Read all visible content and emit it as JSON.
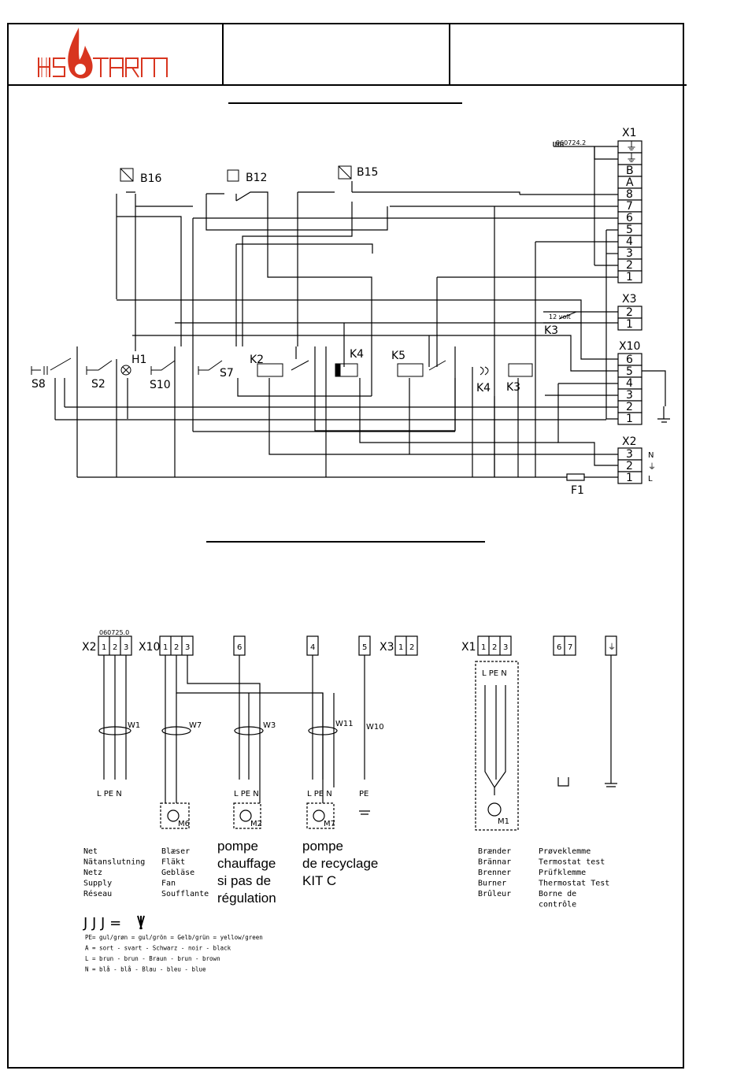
{
  "title_block": {
    "logo_text": "HS TARM",
    "flame_color": "#d8351f",
    "logo_color": "#d8351f"
  },
  "terminals": {
    "x1": {
      "name": "X1",
      "rows": [
        "⏚",
        "⏚",
        "B",
        "A",
        "8",
        "7",
        "6",
        "5",
        "4",
        "3",
        "2",
        "1"
      ]
    },
    "x3": {
      "name": "X3",
      "rows": [
        "2",
        "1"
      ],
      "note": "12 volt"
    },
    "x10": {
      "name": "X10",
      "rows": [
        "6",
        "5",
        "4",
        "3",
        "2",
        "1"
      ]
    },
    "x2": {
      "name": "X2",
      "rows": [
        "3",
        "2",
        "1"
      ],
      "side_labels": [
        "N",
        "⏚",
        "L"
      ]
    }
  },
  "components": {
    "sensors": [
      "B16",
      "B12",
      "B15"
    ],
    "switches": [
      "S8",
      "S2",
      "S10",
      "S7"
    ],
    "lamp": "H1",
    "relays": [
      "K2",
      "K4",
      "K5",
      "K3"
    ],
    "contacts": [
      "K4",
      "K3"
    ],
    "k3_contact": "K3",
    "fuse": "F1",
    "ref_top": "060724.2",
    "ref_bottom": "060725.0"
  },
  "cable_section": {
    "blocks": [
      {
        "name": "X2",
        "pins": [
          "1",
          "2",
          "3"
        ],
        "cable": "W1",
        "ends": "L PE N"
      },
      {
        "name": "X10",
        "pins": [
          "1",
          "2",
          "3"
        ],
        "cable": "W7",
        "motor": "M6"
      },
      {
        "pin": "6",
        "cable": "W3",
        "ends": "L PE N",
        "motor": "M2"
      },
      {
        "pin": "4",
        "cable": "W11",
        "ends": "L PE N",
        "motor": "M7"
      },
      {
        "pin": "5",
        "cable": "W10",
        "ends": "PE"
      },
      {
        "name": "X3",
        "pins": [
          "1",
          "2"
        ]
      },
      {
        "name": "X1",
        "pins": [
          "1",
          "2",
          "3"
        ],
        "inner": "L PE N",
        "motor": "M1"
      },
      {
        "pins": [
          "6",
          "7"
        ]
      },
      {
        "pin": "⏚"
      }
    ]
  },
  "legend": {
    "col1": [
      "Net",
      "Nätanslutning",
      "Netz",
      "Supply",
      "Réseau"
    ],
    "col2": [
      "Blæser",
      "Fläkt",
      "Gebläse",
      "Fan",
      "Soufflante"
    ],
    "col3": [
      "pompe",
      "chauffage",
      "si pas de",
      "régulation"
    ],
    "col4": [
      "pompe",
      "de recyclage",
      "KIT C"
    ],
    "col5": [
      "Brænder",
      "Brännar",
      "Brenner",
      "Burner",
      "Brûleur"
    ],
    "col6": [
      "Prøveklemme",
      "Termostat test",
      "Prüfklemme",
      "Thermostat Test",
      "Borne de",
      "contrôle"
    ],
    "symbol": "J J J  =",
    "colors": [
      "PE= gul/grøn = gul/grön = Gelb/grün = yellow/green",
      "A = sort - svart - Schwarz - noir - black",
      "L = brun - brun - Braun - brun - brown",
      "N = blå - blå - Blau - bleu - blue"
    ]
  }
}
